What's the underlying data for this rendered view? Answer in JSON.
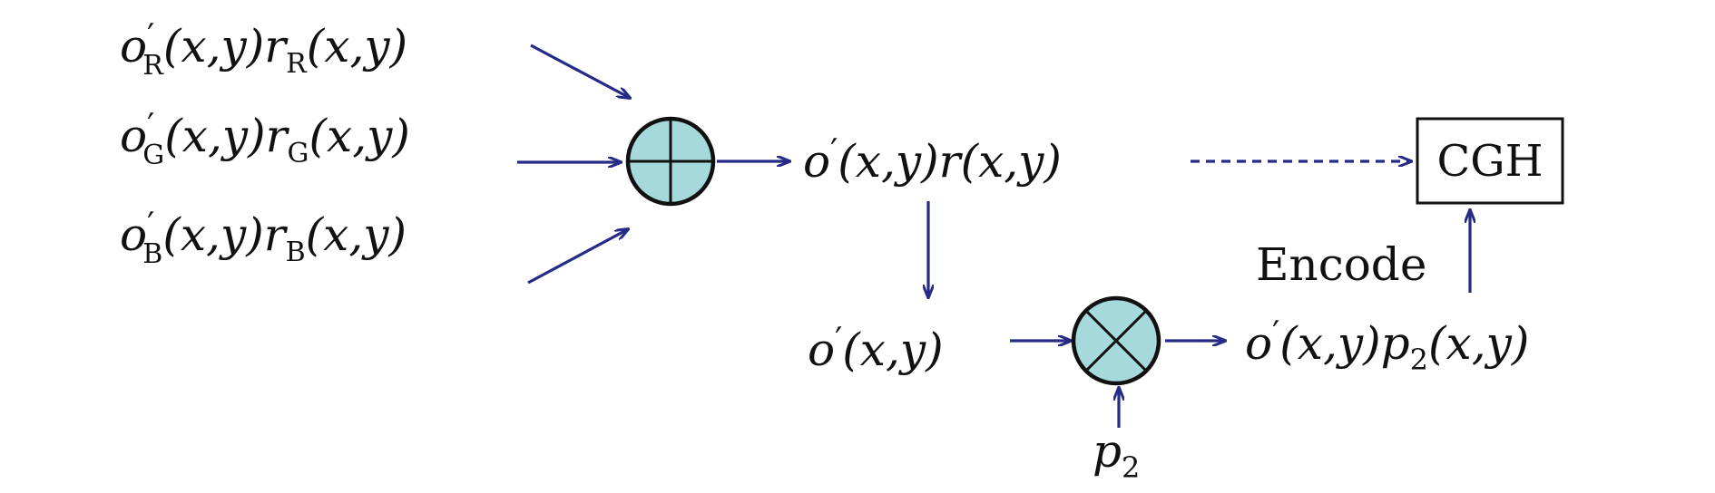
{
  "inputs": {
    "red": {
      "obj": "o",
      "prime": "′",
      "channel": "R",
      "ref": "r",
      "args": "(x,y)"
    },
    "green": {
      "obj": "o",
      "prime": "′",
      "channel": "G",
      "ref": "r",
      "args": "(x,y)"
    },
    "blue": {
      "obj": "o",
      "prime": "′",
      "channel": "B",
      "ref": "r",
      "args": "(x,y)"
    }
  },
  "sum_result": {
    "obj": "o",
    "prime": "′",
    "ref": "r",
    "args": "(x,y)"
  },
  "object_field": {
    "obj": "o",
    "prime": "′",
    "args": "(x,y)"
  },
  "phase_factor": {
    "symbol": "p",
    "index": "2"
  },
  "product_result": {
    "obj": "o",
    "prime": "′",
    "factor": "p",
    "index": "2",
    "args": "(x,y)"
  },
  "labels": {
    "encode": "Encode",
    "cgh": "CGH"
  },
  "colors": {
    "arrow": "#262a87",
    "operator_fill": "#a6d9dc",
    "outline": "#111111"
  },
  "icons": {
    "adder": "circle-plus-icon",
    "multiplier": "circle-times-icon"
  }
}
